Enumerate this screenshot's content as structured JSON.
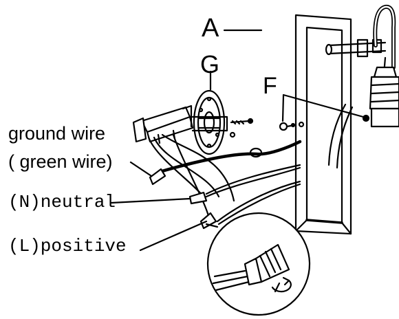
{
  "labels": {
    "part_a": "A",
    "part_g": "G",
    "part_f": "F",
    "ground_wire_line1": "ground wire",
    "ground_wire_line2": "( green wire)",
    "neutral": "(N)neutral",
    "positive": "(L)positive"
  },
  "colors": {
    "ink": "#000000",
    "background": "#ffffff"
  }
}
